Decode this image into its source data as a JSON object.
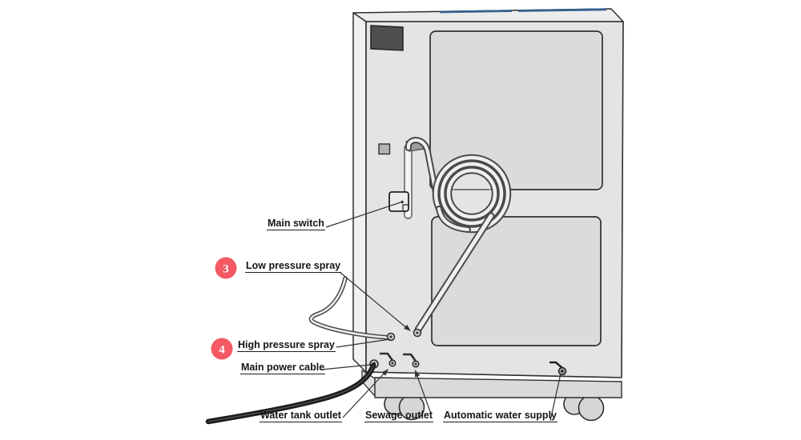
{
  "diagram": {
    "subject": "equipment-rear-view",
    "labels": {
      "main_switch": "Main switch",
      "low_pressure_spray": "Low pressure spray",
      "high_pressure_spray": "High pressure spray",
      "main_power_cable": "Main power cable",
      "water_tank_outlet": "Water tank outlet",
      "sewage_outlet": "Sewage outlet",
      "automatic_water_supply": "Automatic water supply"
    },
    "badges": {
      "low_pressure": "3",
      "high_pressure": "4"
    },
    "colors": {
      "badge_fill": "#f45964",
      "badge_text": "#ffffff",
      "top_accent": "#35608f",
      "machine_body": "#e4e4e4",
      "machine_side": "#f1f1f1",
      "machine_top": "#ececec",
      "panel": "#dbdbdb",
      "vent": "#4f4f4f",
      "cable": "#1b1b1b",
      "outline": "#2f2f2f"
    }
  }
}
